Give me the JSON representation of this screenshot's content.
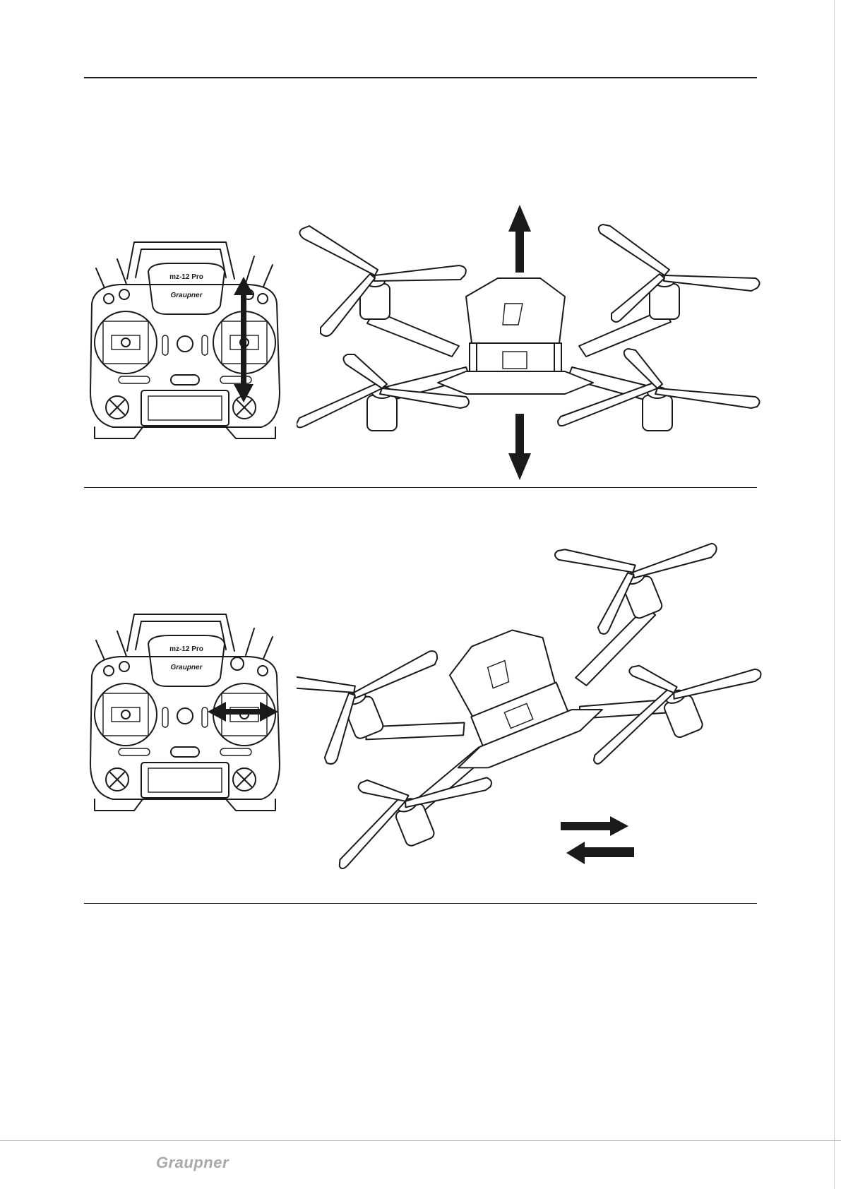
{
  "transmitter": {
    "model_label": "mz-12 Pro",
    "brand_label": "Graupner"
  },
  "sections": [
    {
      "id": "throttle",
      "stick_motion": "vertical",
      "drone_motion": "up-down"
    },
    {
      "id": "roll",
      "stick_motion": "horizontal",
      "drone_motion": "left-right"
    }
  ],
  "footer": {
    "brand": "Graupner"
  },
  "colors": {
    "ink": "#1a1a1a",
    "footer_brand": "#a9a9a9",
    "page": "#ffffff"
  }
}
